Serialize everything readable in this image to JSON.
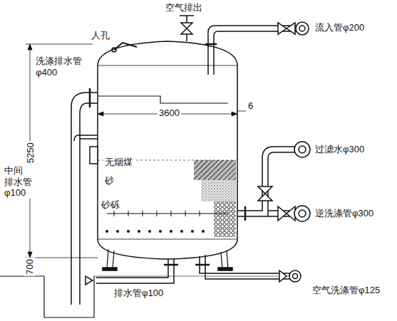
{
  "diagram": {
    "labels": [
      "空气排出",
      "人孔",
      "流入管φ200",
      "洗涤排水管 φ400",
      "3600",
      "6",
      "5250",
      "无烟煤",
      "砂",
      "砂砾",
      "过滤水φ300",
      "逆洗涤管φ300",
      "中间 排水管 φ100",
      "700",
      "排水管φ100",
      "空气洗涤管φ125"
    ]
  }
}
